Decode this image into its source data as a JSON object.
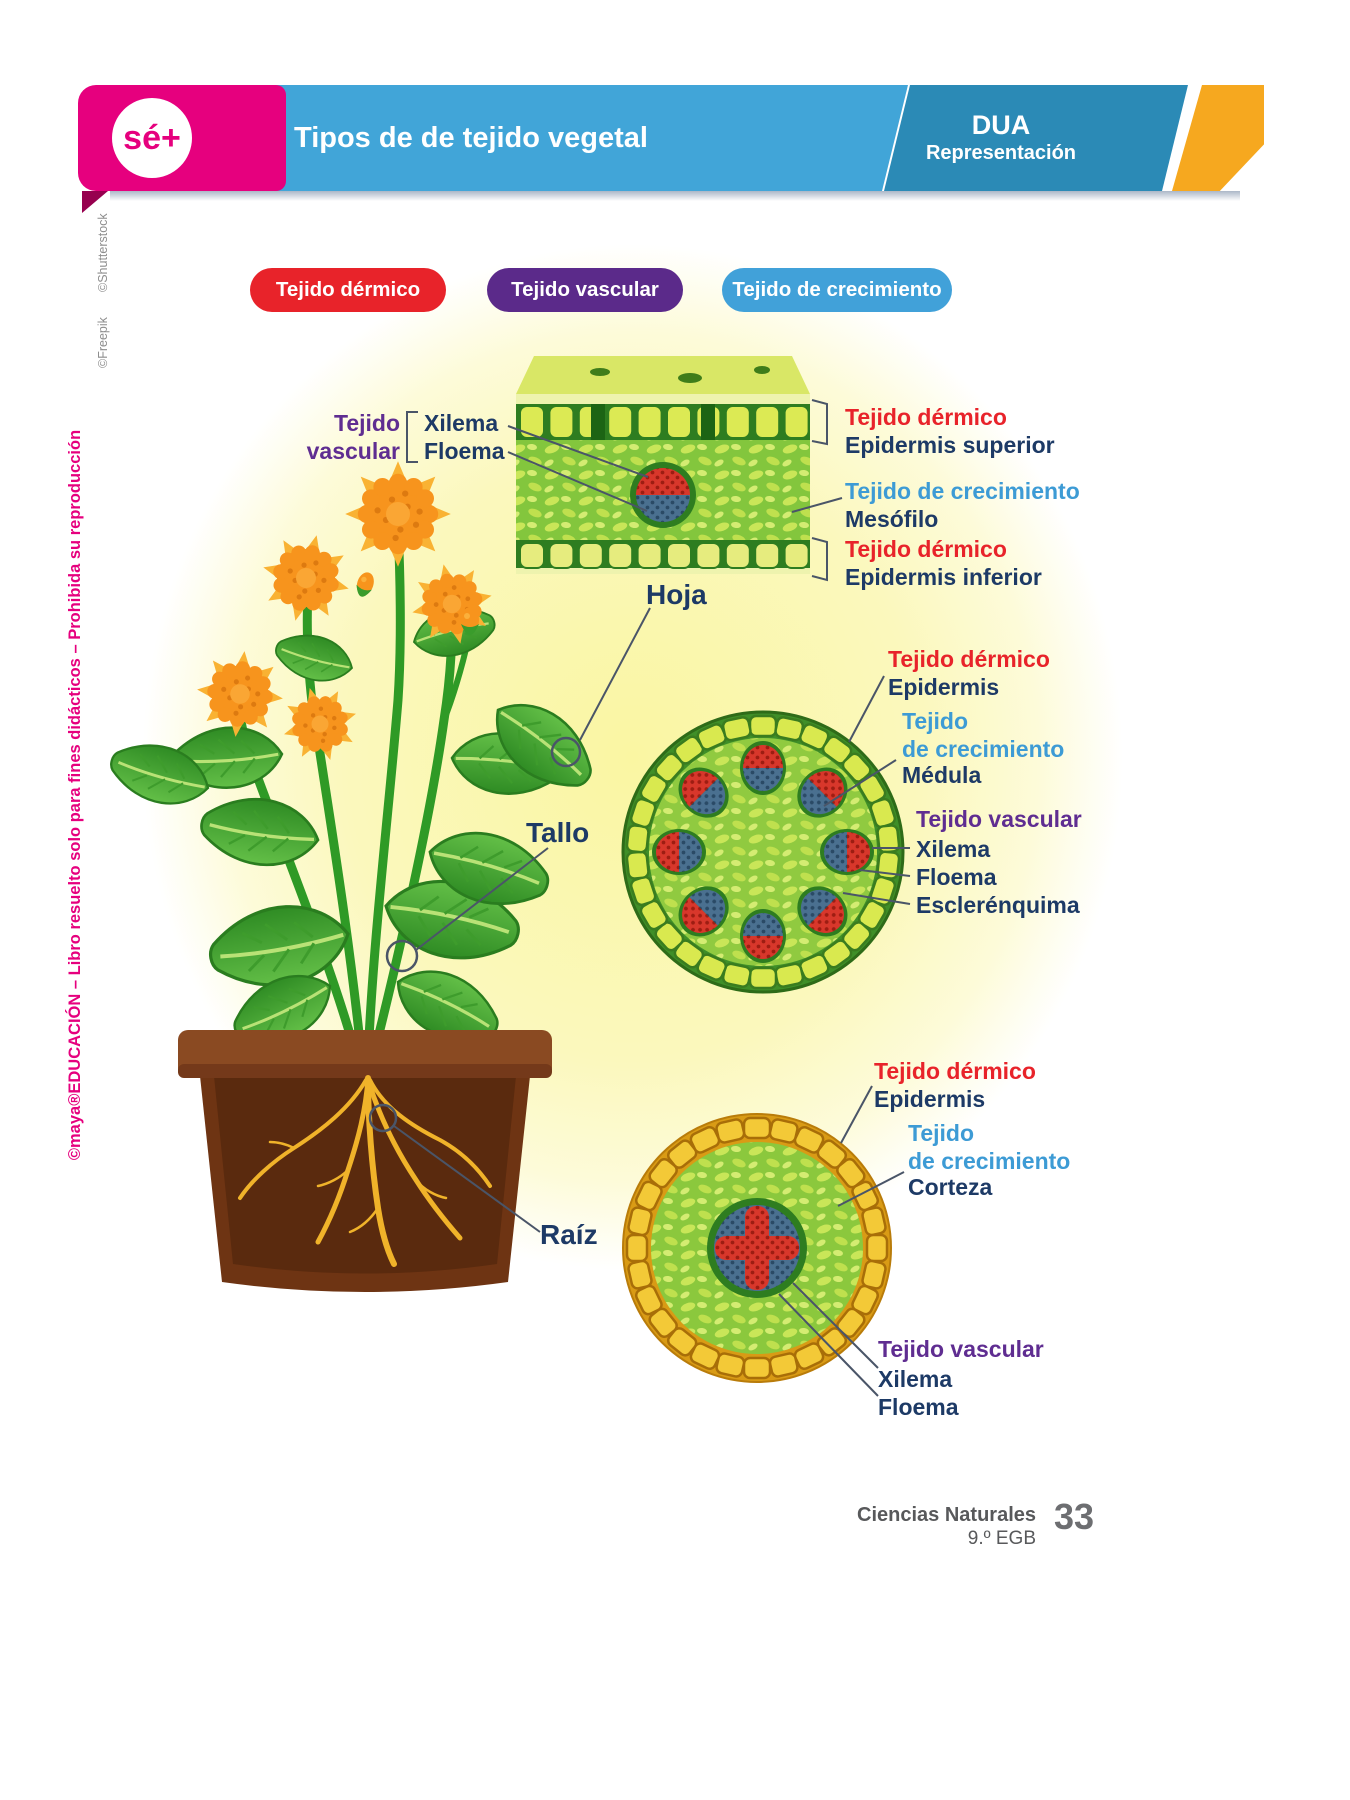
{
  "header": {
    "logo": "sé+",
    "title": "Tipos de de tejido vegetal",
    "dua_title": "DUA",
    "dua_subtitle": "Representación"
  },
  "side_texts": {
    "copyright": "©maya®EDUCACIÓN – Libro resuelto solo para fines didácticos – Prohibida su reproducción",
    "credit_shutterstock": "©Shutterstock",
    "credit_freepik": "©Freepik"
  },
  "legend": {
    "dermico": "Tejido dérmico",
    "vascular": "Tejido vascular",
    "crecimiento": "Tejido de crecimiento"
  },
  "hoja": {
    "caption": "Hoja",
    "vascular_label": "Tejido\nvascular",
    "xilema": "Xilema",
    "floema": "Floema",
    "dermico_sup_tissue": "Tejido dérmico",
    "dermico_sup_part": "Epidermis superior",
    "crecimiento_tissue": "Tejido de crecimiento",
    "crecimiento_part": "Mesófilo",
    "dermico_inf_tissue": "Tejido dérmico",
    "dermico_inf_part": "Epidermis inferior"
  },
  "tallo": {
    "caption": "Tallo",
    "dermico_tissue": "Tejido dérmico",
    "dermico_part": "Epidermis",
    "crecimiento_tissue": "Tejido\nde crecimiento",
    "crecimiento_part": "Médula",
    "vascular_tissue": "Tejido vascular",
    "xilema": "Xilema",
    "floema": "Floema",
    "esclerenquima": "Esclerénquima"
  },
  "raiz": {
    "caption": "Raíz",
    "dermico_tissue": "Tejido dérmico",
    "dermico_part": "Epidermis",
    "crecimiento_tissue": "Tejido\nde crecimiento",
    "crecimiento_part": "Corteza",
    "vascular_tissue": "Tejido vascular",
    "xilema": "Xilema",
    "floema": "Floema"
  },
  "footer": {
    "subject": "Ciencias Naturales",
    "grade": "9.º EGB",
    "page": "33"
  },
  "colors": {
    "magenta": "#e6007e",
    "banner_blue": "#41a5d8",
    "dua_blue": "#2b8ab6",
    "corner_orange": "#f6a81f",
    "tejido_dermico_red": "#e8232a",
    "tejido_vascular_purple": "#5f2d91",
    "tejido_crecimiento_blue": "#3d9bd5",
    "label_navy": "#1d3a66"
  }
}
